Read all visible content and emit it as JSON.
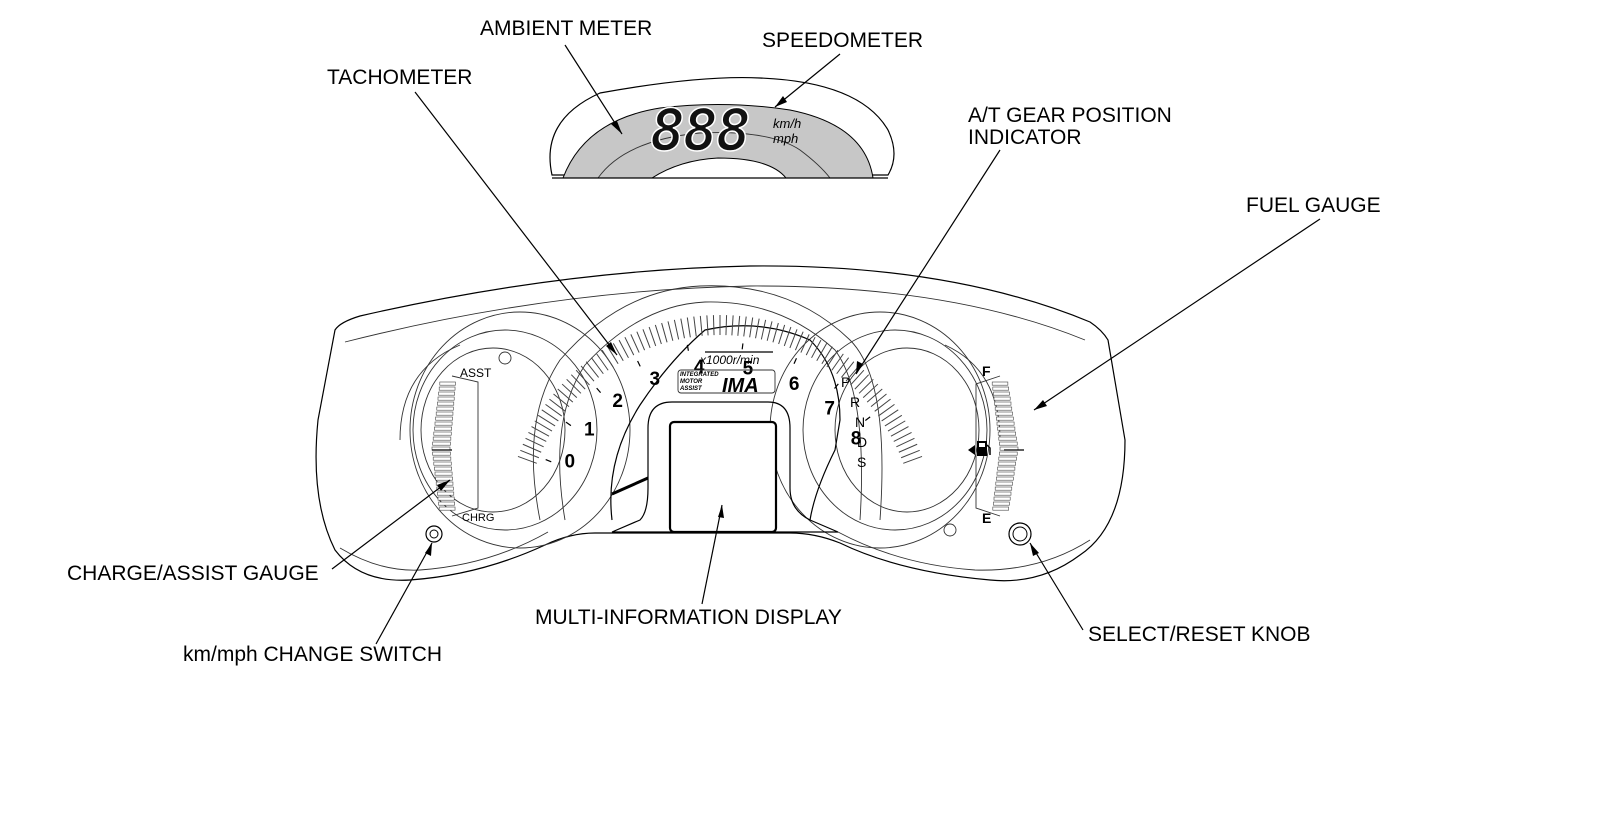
{
  "callouts": {
    "ambient_meter": "AMBIENT METER",
    "speedometer": "SPEEDOMETER",
    "tachometer": "TACHOMETER",
    "gear_indicator_line1": "A/T GEAR POSITION",
    "gear_indicator_line2": "INDICATOR",
    "fuel_gauge": "FUEL GAUGE",
    "charge_assist_gauge": "CHARGE/ASSIST GAUGE",
    "km_mph_switch": "km/mph CHANGE SWITCH",
    "multi_info_display": "MULTI-INFORMATION DISPLAY",
    "select_reset_knob": "SELECT/RESET KNOB"
  },
  "speedometer_display": {
    "digits": "888",
    "unit_top": "km/h",
    "unit_bottom": "mph"
  },
  "tachometer_dial": {
    "numbers": [
      "0",
      "1",
      "2",
      "3",
      "4",
      "5",
      "6",
      "7",
      "8"
    ],
    "unit": "x1000r/min",
    "badge_lines": [
      "INTEGRATED",
      "MOTOR",
      "ASSIST"
    ],
    "badge_logo": "IMA"
  },
  "gear_positions": [
    "P",
    "R",
    "N",
    "D",
    "S"
  ],
  "charge_assist_labels": {
    "top": "ASST",
    "bottom": "CHRG"
  },
  "fuel_labels": {
    "full": "F",
    "empty": "E"
  },
  "icons": {
    "fuel": "fuel-pump-icon"
  }
}
